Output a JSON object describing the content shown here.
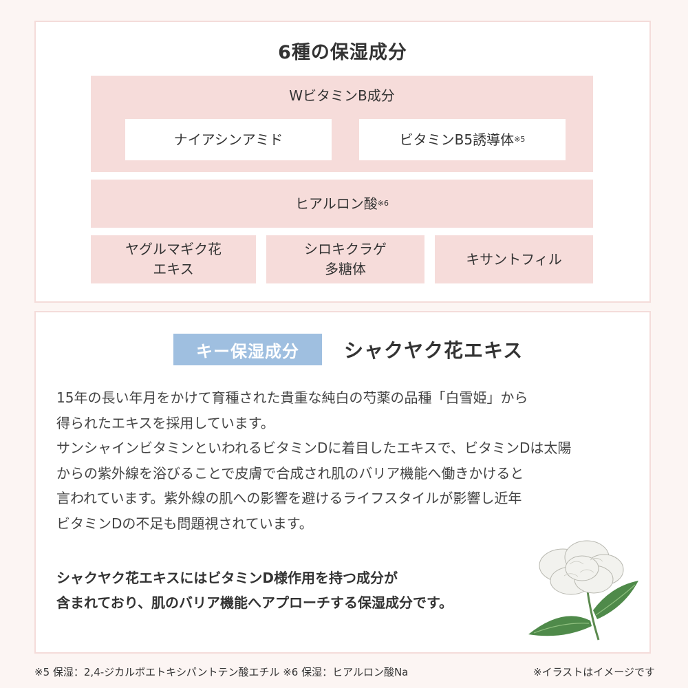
{
  "top_panel": {
    "title": "6種の保湿成分",
    "w_vitamin_label": "WビタミンB成分",
    "niacinamide": "ナイアシンアミド",
    "vitamin_b5": "ビタミンB5誘導体",
    "vitamin_b5_note": "※5",
    "hyaluronic": "ヒアルロン酸",
    "hyaluronic_note": "※6",
    "yaguruma": "ヤグルマギク花\nエキス",
    "shirokikurage": "シロキクラゲ\n多糖体",
    "xanthophyll": "キサントフィル"
  },
  "bottom_panel": {
    "badge": "キー保湿成分",
    "key_ingredient": "シャクヤク花エキス",
    "description_lines": [
      "15年の長い年月をかけて育種された貴重な純白の芍薬の品種「白雪姫」から",
      "得られたエキスを採用しています。",
      "サンシャインビタミンといわれるビタミンDに着目したエキスで、ビタミンDは太陽",
      "からの紫外線を浴びることで皮膚で合成され肌のバリア機能へ働きかけると",
      "言われています。紫外線の肌への影響を避けるライフスタイルが影響し近年",
      "ビタミンDの不足も問題視されています。"
    ],
    "emphasis_lines": [
      "シャクヤク花エキスにはビタミンD様作用を持つ成分が",
      "含まれており、肌のバリア機能へアプローチする保湿成分です。"
    ]
  },
  "footnotes": {
    "left": "※5 保湿：2,4-ジカルボエトキシパントテン酸エチル ※6 保湿：ヒアルロン酸Na",
    "right": "※イラストはイメージです"
  },
  "colors": {
    "pink_box": "#f6dcda",
    "badge_blue": "#9fbfe0",
    "border": "#f4dcda"
  }
}
